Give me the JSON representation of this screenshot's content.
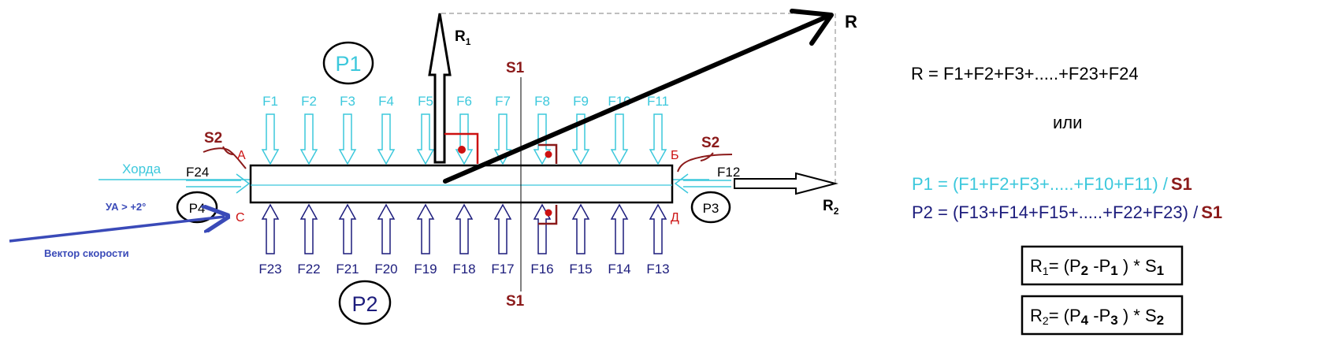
{
  "resultant": {
    "label": "R",
    "r1_label": "R",
    "r1_sub": "1",
    "r2_label": "R",
    "r2_sub": "2"
  },
  "pressures": {
    "p1": "P1",
    "p2": "P2",
    "p3": "P3",
    "p4": "P4"
  },
  "corners": {
    "a": "А",
    "b": "Б",
    "c": "С",
    "d": "Д"
  },
  "section_labels": {
    "s1_top": "S1",
    "s1_bottom": "S1",
    "s2_left": "S2",
    "s2_right": "S2"
  },
  "chord_label": "Хорда",
  "angle_label": "УА > +2°",
  "velocity_label": "Вектор скорости",
  "forces_top": [
    "F1",
    "F2",
    "F3",
    "F4",
    "F5",
    "F6",
    "F7",
    "F8",
    "F9",
    "F10",
    "F11"
  ],
  "forces_bottom": [
    "F23",
    "F22",
    "F21",
    "F20",
    "F19",
    "F18",
    "F17",
    "F16",
    "F15",
    "F14",
    "F13"
  ],
  "force_left": "F24",
  "force_right": "F12",
  "equations": {
    "r_sum": "R = F1+F2+F3+.....+F23+F24",
    "or": "или",
    "p1_main": "P1 = (F1+F2+F3+.....+F10+F11) /",
    "p1_tail": "S1",
    "p2_main": "P2 = (F13+F14+F15+.....+F22+F23) /",
    "p2_tail": "S1",
    "box1": {
      "r": "R",
      "r_sub": "1",
      "eq": "= (P",
      "pa": "2",
      "minus": " -P",
      "pb": "1",
      "close": " ) * S",
      "s_sub": "1"
    },
    "box2": {
      "r": "R",
      "r_sub": "2",
      "eq": "= (P",
      "pa": "4",
      "minus": " -P",
      "pb": "3",
      "close": " ) * S",
      "s_sub": "2"
    }
  },
  "colors": {
    "cyan": "#3cc8dc",
    "navy": "#1c1c7c",
    "maroon": "#8b1a1a",
    "red": "#cc1111",
    "blue_vector": "#3a4ab8",
    "black": "#000000"
  }
}
